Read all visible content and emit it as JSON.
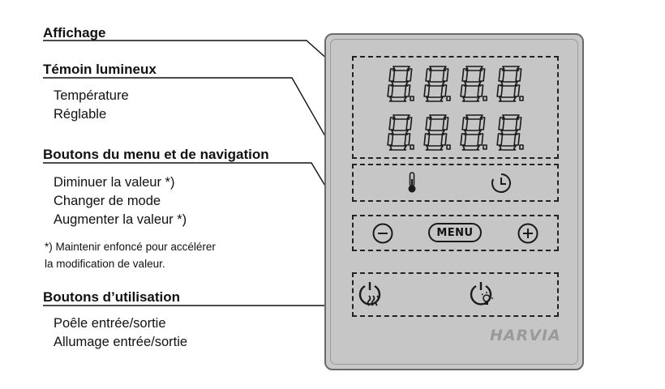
{
  "sections": {
    "display": {
      "heading": "Affichage"
    },
    "indicators": {
      "heading": "Témoin lumineux",
      "items": [
        "Température",
        "Réglable"
      ]
    },
    "menu_nav": {
      "heading": "Boutons du menu et de navigation",
      "items": [
        "Diminuer la valeur *)",
        "Changer de mode",
        "Augmenter la valeur *)"
      ],
      "note_line1": "*) Maintenir enfoncé pour accélérer",
      "note_line2": "la modification de valeur."
    },
    "operation": {
      "heading": "Boutons d’utilisation",
      "items": [
        "Poêle entrée/sortie",
        "Allumage entrée/sortie"
      ]
    }
  },
  "panel": {
    "menu_button_label": "MENU",
    "brand": "HARVIA",
    "icons": {
      "indicator_left": "thermometer-icon",
      "indicator_right": "clock-icon",
      "nav_left": "minus-icon",
      "nav_right": "plus-icon",
      "op_left": "heater-power-icon",
      "op_right": "light-power-icon"
    }
  }
}
